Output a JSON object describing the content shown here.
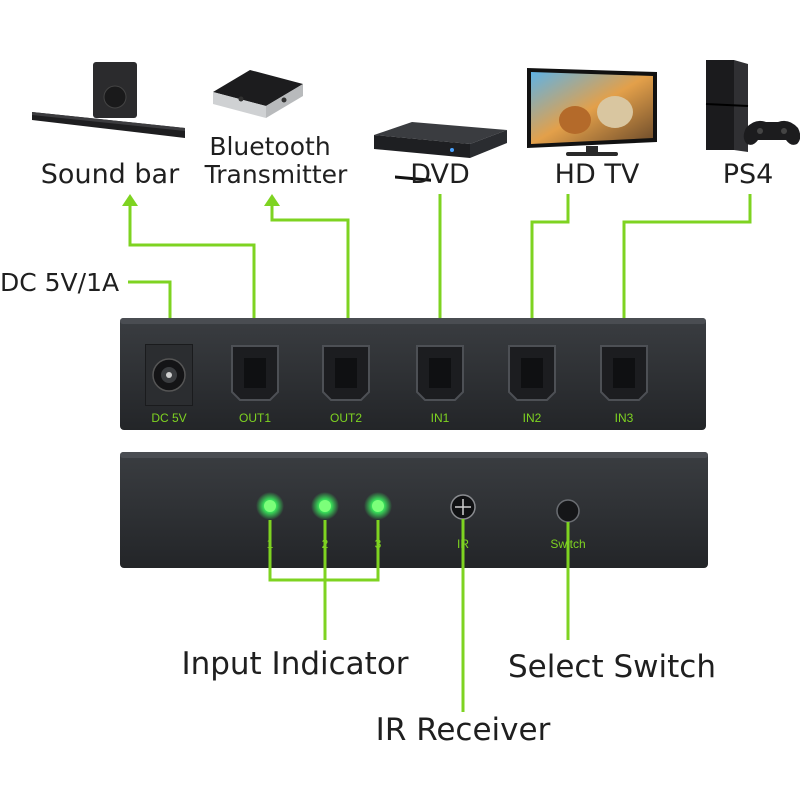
{
  "devices": {
    "soundbar": "Sound bar",
    "bt_line1": "Bluetooth",
    "bt_line2": "Transmitter",
    "dvd": "DVD",
    "hdtv": "HD TV",
    "ps4": "PS4"
  },
  "power_label": "DC 5V/1A",
  "rear_ports": [
    "DC 5V",
    "OUT1",
    "OUT2",
    "IN1",
    "IN2",
    "IN3"
  ],
  "front": {
    "led_numbers": [
      "1",
      "2",
      "3"
    ],
    "ir_label": "IR",
    "switch_label": "Switch"
  },
  "callouts": {
    "input_indicator": "Input Indicator",
    "ir_receiver": "IR Receiver",
    "select_switch": "Select Switch"
  },
  "colors": {
    "accent_green": "#7ed321",
    "box_body": "#2e3033",
    "led_glow": "#39e05a"
  }
}
